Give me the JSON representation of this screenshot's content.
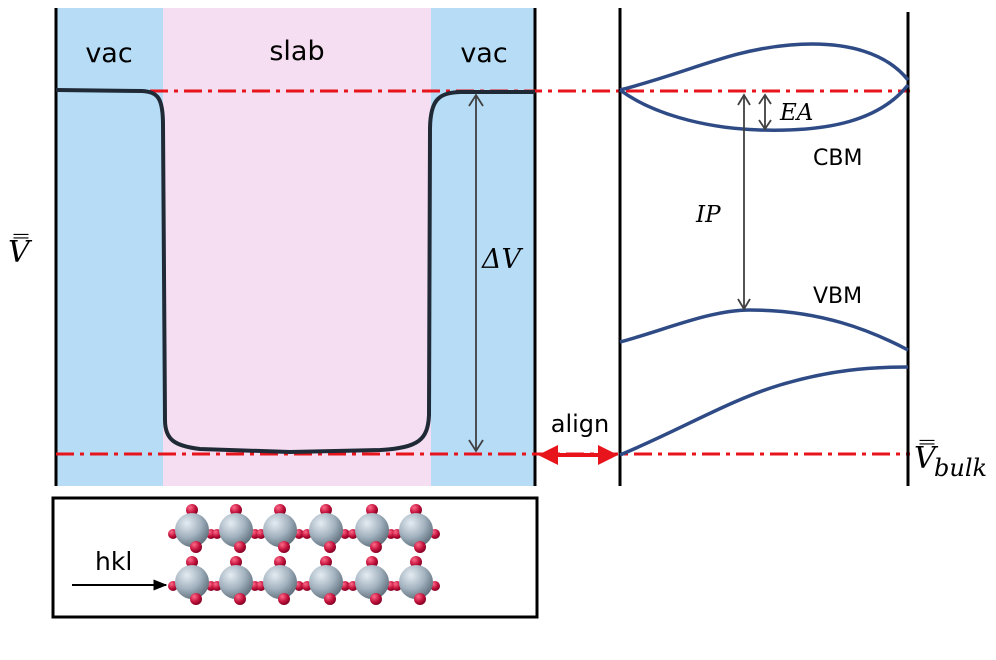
{
  "regions": {
    "vac_left": "vac",
    "slab": "slab",
    "vac_right": "vac"
  },
  "y_axis_symbol": "V̿",
  "delta_v": "ΔV",
  "align": "align",
  "ea": "EA",
  "ip": "IP",
  "cbm": "CBM",
  "vbm": "VBM",
  "v_bulk_symbol": "V̿",
  "v_bulk_subscript": "bulk",
  "hkl": "hkl",
  "colors": {
    "vacuum": "#b7dcf6",
    "slab": "#f5def1",
    "potential_line": "#1f2a36",
    "band_line": "#2f4b86",
    "reference_line": "#e8141c",
    "arrow": "#404040",
    "atom_metal": "#a3b2bf",
    "atom_oxygen": "#c0103a"
  }
}
